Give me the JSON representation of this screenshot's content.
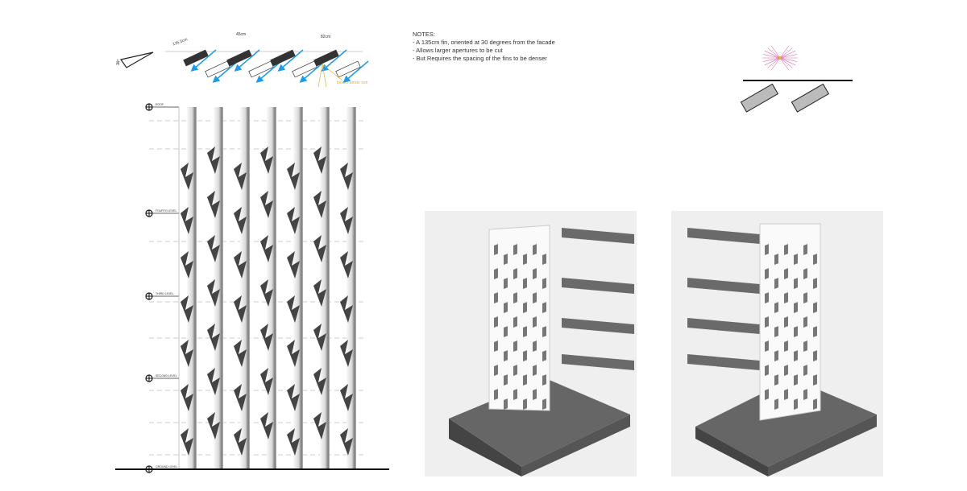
{
  "notes": {
    "heading": "NOTES:",
    "lines": [
      "- A 135cm fin, oriented at 30 degrees from the facade",
      "- Allows larger apertures to be cut",
      "- But Requires the spacing of the fins to be denser"
    ]
  },
  "plan_diagram": {
    "dims": [
      "135.5cm",
      "82cm",
      "45cm",
      "30°"
    ],
    "sun_label": "blocks winter sun",
    "colors": {
      "sun_arrows": "#1e9be8",
      "sun_rays": "#e0b030",
      "fin_dark": "#333333"
    }
  },
  "elevation": {
    "levels": [
      "ROOF",
      "FOURTH LEVEL",
      "THIRD LEVEL",
      "SECOND LEVEL",
      "GROUND LEVEL"
    ]
  },
  "small_diagram": {
    "colors": {
      "fan": "#e070b0",
      "fan_center": "#e0b030",
      "fin": "#bbbbbb"
    }
  }
}
